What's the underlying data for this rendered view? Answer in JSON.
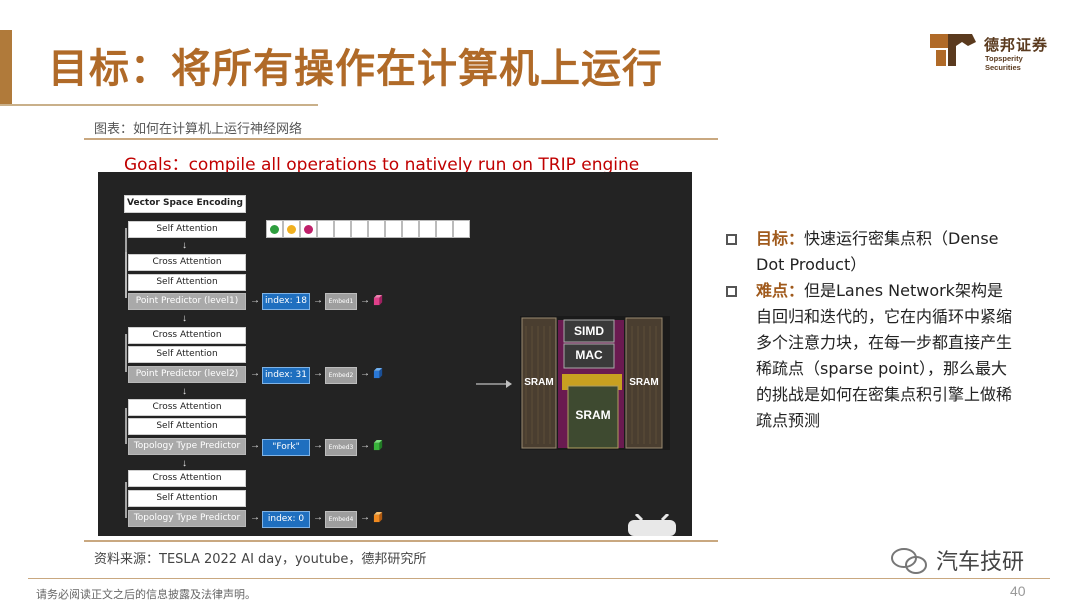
{
  "title": "目标：将所有操作在计算机上运行",
  "brand": {
    "cn_name": "德邦证券",
    "en_name": "Topsperity Securities"
  },
  "figure": {
    "caption": "图表：如何在计算机上运行神经网络",
    "goals": "Goals：compile all operations to natively run on TRIP engine",
    "source": "资料来源：TESLA 2022 AI day，youtube，德邦研究所",
    "diagram": {
      "header": "Vector Space Encoding",
      "self_attention": "Self Attention",
      "cross_attention": "Cross Attention",
      "point_predictor_1": "Point Predictor (level1)",
      "point_predictor_2": "Point Predictor (level2)",
      "topology_predictor_1": "Topology Type Predictor",
      "topology_predictor_2": "Topology Type Predictor",
      "index_1": "index: 18",
      "index_2": "index: 31",
      "fork": "\"Fork\"",
      "index_4": "index: 0",
      "embed_1": "Embed1",
      "embed_2": "Embed2",
      "embed_3": "Embed3",
      "embed_4": "Embed4",
      "chip": {
        "sram_left": "SRAM",
        "sram_right": "SRAM",
        "sram_center": "SRAM",
        "simd": "SIMD",
        "mac": "MAC"
      },
      "dot_colors": [
        "#2e9e3e",
        "#f0b020",
        "#c0206a"
      ],
      "cube_colors": [
        "#e0408a",
        "#2a78d6",
        "#38b43a",
        "#f08a20"
      ]
    }
  },
  "bullets": [
    {
      "label": "目标：",
      "line1": "快速运行密集点积（Dense",
      "line2": "Dot Product）"
    },
    {
      "label": "难点：",
      "line1": "但是Lanes Network架构是",
      "line2": "自回归和迭代的，它在内循环中紧缩",
      "line3": "多个注意力块，在每一步都直接产生",
      "line4": "稀疏点（sparse point），那么最大",
      "line5": "的挑战是如何在密集点积引擎上做稀",
      "line6": "疏点预测"
    }
  ],
  "watermark": "汽车技研",
  "footer": {
    "disclaimer": "请务必阅读正文之后的信息披露及法律声明。",
    "page": "40"
  },
  "colors": {
    "accent": "#b06a28",
    "goals_red": "#c00000",
    "panel_bg": "#232323"
  }
}
